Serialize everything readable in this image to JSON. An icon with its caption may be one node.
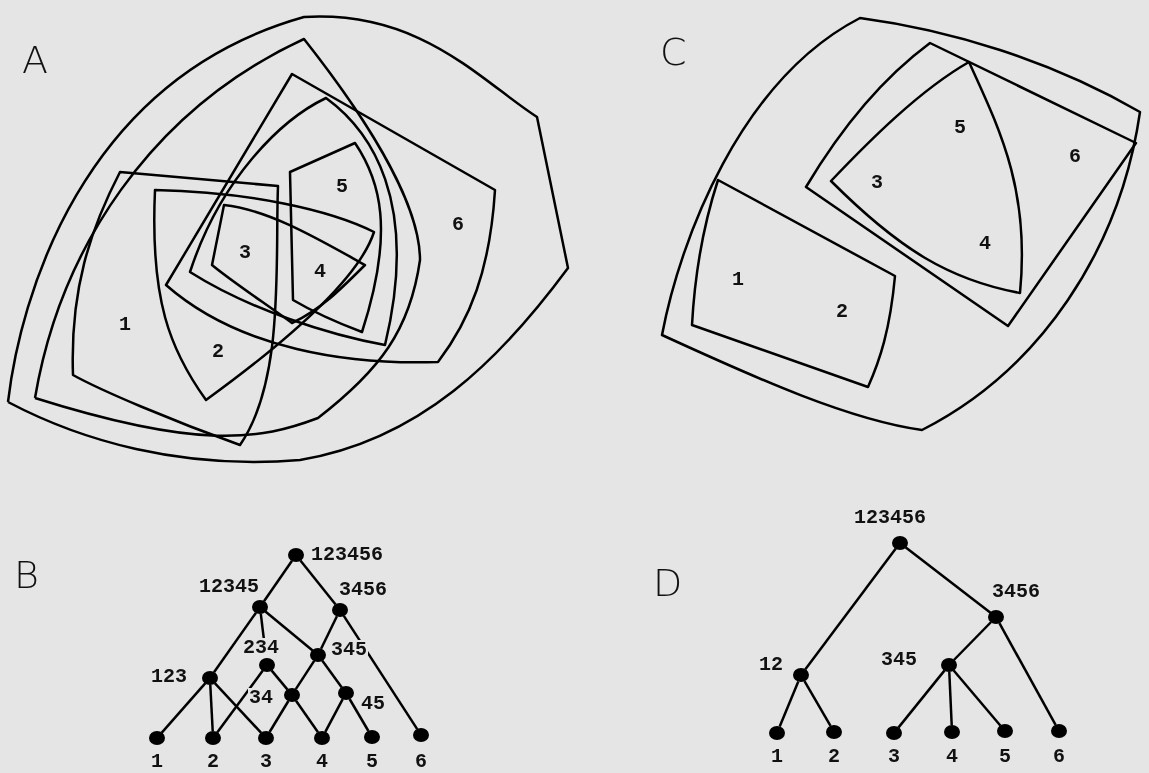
{
  "diagram": {
    "nodes": [
      {
        "text": [],
        "shape": "circle",
        "beside": [
          "123456"
        ]
      },
      {
        "text": [],
        "shape": "circle",
        "beside": [
          "12345"
        ]
      },
      {
        "text": [],
        "shape": "circle",
        "beside": [
          "3456"
        ]
      },
      {
        "text": [],
        "shape": "circle",
        "beside": [
          "234"
        ]
      },
      {
        "text": [],
        "shape": "circle",
        "beside": [
          "345"
        ]
      },
      {
        "text": [],
        "shape": "circle",
        "beside": [
          "123"
        ]
      },
      {
        "text": [],
        "shape": "circle",
        "beside": [
          "34"
        ]
      },
      {
        "text": [],
        "shape": "circle",
        "beside": [
          "45"
        ]
      },
      {
        "text": [],
        "shape": "circle",
        "beside": [
          "1"
        ]
      },
      {
        "text": [],
        "shape": "circle",
        "beside": [
          "2"
        ]
      },
      {
        "text": [],
        "shape": "circle",
        "beside": [
          "3"
        ]
      },
      {
        "text": [],
        "shape": "circle",
        "beside": [
          "4"
        ]
      },
      {
        "text": [],
        "shape": "circle",
        "beside": [
          "5"
        ]
      },
      {
        "text": [],
        "shape": "circle",
        "beside": [
          "6"
        ]
      },
      {
        "text": [],
        "shape": "circle",
        "beside": [
          "123456"
        ]
      },
      {
        "text": [],
        "shape": "circle",
        "beside": [
          "3456"
        ]
      },
      {
        "text": [],
        "shape": "circle",
        "beside": [
          "12"
        ]
      },
      {
        "text": [],
        "shape": "circle",
        "beside": [
          "345"
        ]
      },
      {
        "text": [],
        "shape": "circle",
        "beside": [
          "1"
        ]
      },
      {
        "text": [],
        "shape": "circle",
        "beside": [
          "2"
        ]
      },
      {
        "text": [],
        "shape": "circle",
        "beside": [
          "3"
        ]
      },
      {
        "text": [],
        "shape": "circle",
        "beside": [
          "4"
        ]
      },
      {
        "text": [],
        "shape": "circle",
        "beside": [
          "5"
        ]
      },
      {
        "text": [],
        "shape": "circle",
        "beside": [
          "6"
        ]
      }
    ],
    "edges": [
      {
        "from": 0,
        "to": 1,
        "arrow": "none"
      },
      {
        "from": 0,
        "to": 2,
        "arrow": "none"
      },
      {
        "from": 1,
        "to": 5,
        "arrow": "none"
      },
      {
        "from": 1,
        "to": 3,
        "arrow": "none"
      },
      {
        "from": 1,
        "to": 4,
        "arrow": "none"
      },
      {
        "from": 2,
        "to": 4,
        "arrow": "none"
      },
      {
        "from": 2,
        "to": 13,
        "arrow": "none"
      },
      {
        "from": 5,
        "to": 8,
        "arrow": "none"
      },
      {
        "from": 5,
        "to": 9,
        "arrow": "none"
      },
      {
        "from": 5,
        "to": 10,
        "arrow": "none"
      },
      {
        "from": 3,
        "to": 9,
        "arrow": "none"
      },
      {
        "from": 3,
        "to": 6,
        "arrow": "none"
      },
      {
        "from": 4,
        "to": 6,
        "arrow": "none"
      },
      {
        "from": 4,
        "to": 7,
        "arrow": "none"
      },
      {
        "from": 6,
        "to": 10,
        "arrow": "none"
      },
      {
        "from": 6,
        "to": 11,
        "arrow": "none"
      },
      {
        "from": 7,
        "to": 11,
        "arrow": "none"
      },
      {
        "from": 7,
        "to": 12,
        "arrow": "none"
      },
      {
        "from": 14,
        "to": 16,
        "arrow": "none"
      },
      {
        "from": 14,
        "to": 15,
        "arrow": "none"
      },
      {
        "from": 15,
        "to": 17,
        "arrow": "none"
      },
      {
        "from": 15,
        "to": 23,
        "arrow": "none"
      },
      {
        "from": 16,
        "to": 18,
        "arrow": "none"
      },
      {
        "from": 16,
        "to": 19,
        "arrow": "none"
      },
      {
        "from": 17,
        "to": 20,
        "arrow": "none"
      },
      {
        "from": 17,
        "to": 21,
        "arrow": "none"
      },
      {
        "from": 17,
        "to": 22,
        "arrow": "none"
      }
    ],
    "labels": [
      "A",
      "C",
      "5",
      "6",
      "3",
      "4",
      "1",
      "2",
      "5",
      "6",
      "3",
      "4",
      "1",
      "2",
      "B",
      "D"
    ]
  }
}
